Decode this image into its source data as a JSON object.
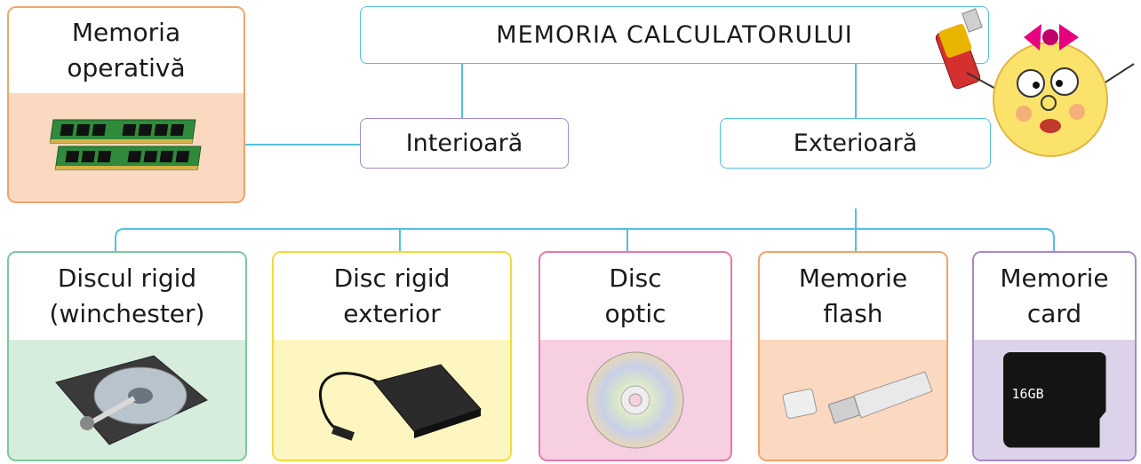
{
  "title": "MEMORIA  CALCULATORULUI",
  "branches": {
    "internal": "Interioară",
    "external": "Exterioară"
  },
  "internal_memory": {
    "label_line1": "Memoria",
    "label_line2": "operativă",
    "icon": "ram-module-icon"
  },
  "external_memory": [
    {
      "line1": "Discul  rigid",
      "line2": "(winchester)",
      "icon": "hard-disk-icon"
    },
    {
      "line1": "Disc  rigid",
      "line2": "exterior",
      "icon": "external-drive-icon"
    },
    {
      "line1": "Disc",
      "line2": "optic",
      "icon": "optical-disc-icon"
    },
    {
      "line1": "Memorie",
      "line2": "flash",
      "icon": "usb-flash-icon"
    },
    {
      "line1": "Memorie",
      "line2": "card",
      "icon": "memory-card-icon"
    }
  ],
  "memory_card_text": "16GB",
  "colors": {
    "line": "#54c0e0",
    "green": "#7cc99d",
    "yellow": "#f0dc3c",
    "pink": "#e47aa8",
    "orange": "#f0a46a",
    "purple": "#a68ac6"
  }
}
